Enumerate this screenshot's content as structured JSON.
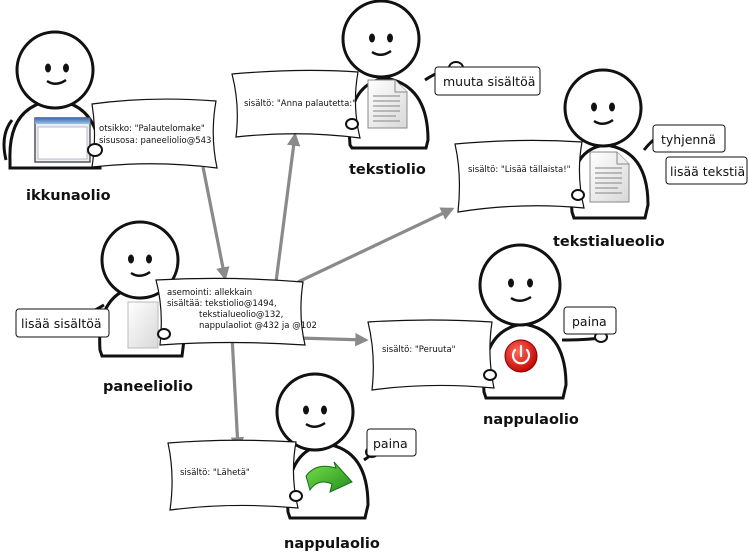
{
  "objects": {
    "ikkuna": {
      "label": "ikkunaolio",
      "lines": [
        "otsikko:  \"Palautelomake\"",
        "sisusosa: paneeliolio@543"
      ]
    },
    "teksti": {
      "label": "tekstiolio",
      "lines": [
        "sisältö: \"Anna palautetta:\""
      ],
      "methods": [
        "muuta sisältöä"
      ]
    },
    "tekstialue": {
      "label": "tekstialueolio",
      "lines": [
        "sisältö: \"Lisää tällaista!\""
      ],
      "methods": [
        "tyhjennä",
        "lisää tekstiä"
      ]
    },
    "paneeli": {
      "label": "paneeliolio",
      "lines": [
        "asemointi: allekkain",
        "sisältää: tekstiolio@1494,",
        "tekstialueolio@132,",
        "nappulaoliot @432 ja @102"
      ],
      "methods": [
        "lisää sisältöä"
      ]
    },
    "nappula1": {
      "label": "nappulaolio",
      "lines": [
        "sisältö: \"Peruuta\""
      ],
      "methods": [
        "paina"
      ]
    },
    "nappula2": {
      "label": "nappulaolio",
      "lines": [
        "sisältö: \"Lähetä\""
      ],
      "methods": [
        "paina"
      ]
    }
  }
}
